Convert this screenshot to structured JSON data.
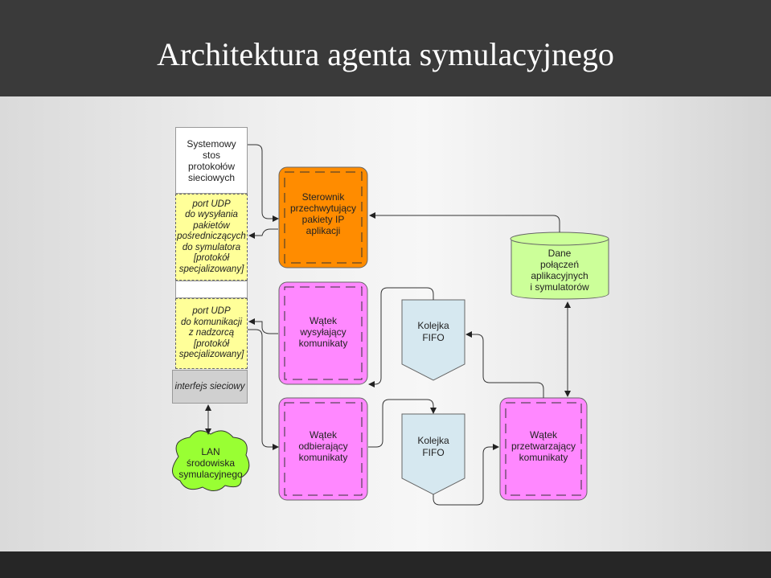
{
  "title": "Architektura agenta symulacyjnego",
  "stack": {
    "header": [
      "Systemowy",
      "stos",
      "protokołów",
      "sieciowych"
    ],
    "port_proxy": [
      "port UDP",
      "do wysyłania",
      "pakietów",
      "pośredniczących",
      "do symulatora",
      "[protokół",
      "specjalizowany]"
    ],
    "port_comm": [
      "port UDP",
      "do komunikacji",
      "z nadzorcą",
      "[protokół",
      "specjalizowany]"
    ],
    "interface": "interfejs sieciowy"
  },
  "lan": [
    "LAN",
    "środowiska",
    "symulacyjnego"
  ],
  "controller": [
    "Sterownik",
    "przechwytujący",
    "pakiety IP",
    "aplikacji"
  ],
  "sender": [
    "Wątek",
    "wysyłający",
    "komunikaty"
  ],
  "receiver": [
    "Wątek",
    "odbierający",
    "komunikaty"
  ],
  "processor": [
    "Wątek",
    "przetwarzający",
    "komunikaty"
  ],
  "queue_top": [
    "Kolejka",
    "FIFO"
  ],
  "queue_bottom": [
    "Kolejka",
    "FIFO"
  ],
  "database": [
    "Dane",
    "połączeń",
    "aplikacyjnych",
    "i symulatorów"
  ],
  "colors": {
    "controller": "#ff8c00",
    "thread": "#ff88ff",
    "queue": "#d6e8f0",
    "database": "#ccff99",
    "port": "#ffff99",
    "lan": "#99ff33",
    "interface": "#d0d0d0"
  }
}
